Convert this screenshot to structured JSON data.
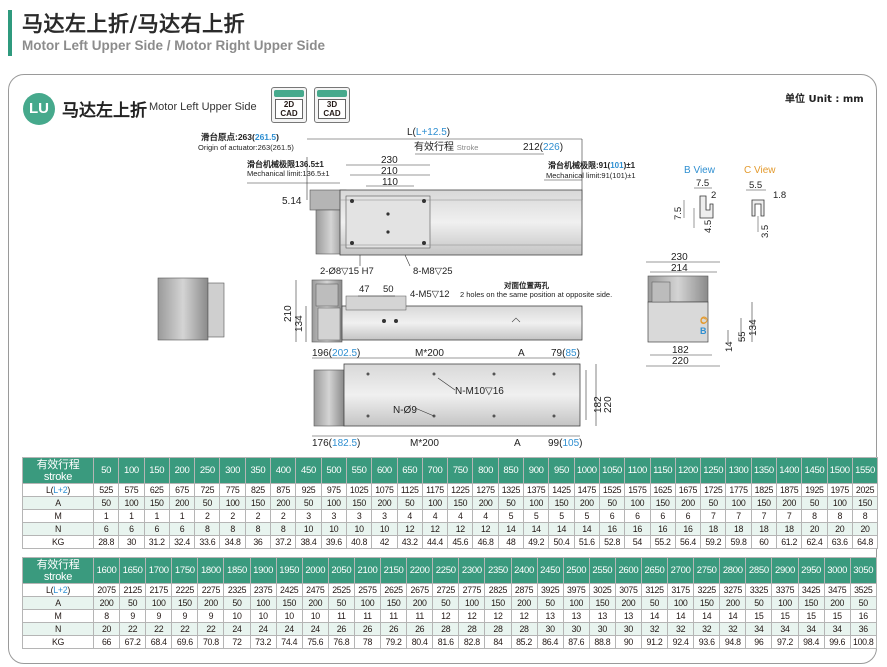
{
  "header": {
    "title": "马达左上折/马达右上折",
    "subtitle": "Motor Left Upper Side / Motor Right Upper Side"
  },
  "section": {
    "badge": "LU",
    "title_cn": "马达左上折",
    "title_en": "Motor Left Upper Side",
    "cad_2d_top": "2D",
    "cad_2d_bottom": "CAD",
    "cad_3d_top": "3D",
    "cad_3d_bottom": "CAD",
    "unit": "单位 Unit : mm"
  },
  "drawing": {
    "origin_cn": "滑台原点:263(",
    "origin_cn_alt": "261.5",
    "origin_cn_end": ")",
    "origin_en": "Origin of actuator:263(261.5)",
    "length_label": "L(",
    "length_alt": "L+12.5",
    "length_end": ")",
    "stroke_cn": "有效行程",
    "stroke_en": "Stroke",
    "dim_212": "212(",
    "dim_212_alt": "226",
    "dim_212_end": ")",
    "mech_left_cn": "滑台机械极限136.5±1",
    "mech_left_en": "Mechanical limit:136.5±1",
    "mech_right_cn": "滑台机械极限:91(",
    "mech_right_alt": "101",
    "mech_right_end": ")±1",
    "mech_right_en": "Mechanical limit:91(101)±1",
    "dim_230": "230",
    "dim_210": "210",
    "dim_110": "110",
    "dim_514": "5.14",
    "hole_2_8": "2-Ø8▽15 H7",
    "hole_8_m8": "8-M8▽25",
    "dim_47": "47",
    "dim_50": "50",
    "hole_4_m5": "4-M5▽12",
    "hole_note_en": "2 holes on the same position at opposite side.",
    "hole_note_cn": "对面位置两孔",
    "dim_210_side": "210",
    "dim_134_side": "134",
    "b_view": "B View",
    "c_view": "C View",
    "b_75": "7.5",
    "b_2": "2",
    "b_75v": "7.5",
    "b_45": "4.5",
    "c_55": "5.5",
    "c_18": "1.8",
    "c_35": "3.5",
    "r_230": "230",
    "r_214": "214",
    "r_134": "134",
    "r_55": "55",
    "r_14": "14",
    "r_182": "182",
    "r_220": "220",
    "r_c": "C",
    "r_b": "B",
    "t_196": "196(",
    "t_196_alt": "202.5",
    "t_196_end": ")",
    "t_m200": "M*200",
    "t_a": "A",
    "t_79": "79(",
    "t_79_alt": "85",
    "t_79_end": ")",
    "n_m10": "N-M10▽16",
    "n_9": "N-Ø9",
    "v_182": "182",
    "v_220": "220",
    "b_176": "176(",
    "b_176_alt": "182.5",
    "b_176_end": ")",
    "b_m200": "M*200",
    "b_a": "A",
    "b_99": "99(",
    "b_99_alt": "105",
    "b_99_end": ")"
  },
  "table1": {
    "stroke_cn": "有效行程",
    "stroke_en": "stroke",
    "strokes": [
      "50",
      "100",
      "150",
      "200",
      "250",
      "300",
      "350",
      "400",
      "450",
      "500",
      "550",
      "600",
      "650",
      "700",
      "750",
      "800",
      "850",
      "900",
      "950",
      "1000",
      "1050",
      "1100",
      "1150",
      "1200",
      "1250",
      "1300",
      "1350",
      "1400",
      "1450",
      "1500",
      "1550"
    ],
    "rows": [
      {
        "label": "L(L+2)",
        "values": [
          "525",
          "575",
          "625",
          "675",
          "725",
          "775",
          "825",
          "875",
          "925",
          "975",
          "1025",
          "1075",
          "1125",
          "1175",
          "1225",
          "1275",
          "1325",
          "1375",
          "1425",
          "1475",
          "1525",
          "1575",
          "1625",
          "1675",
          "1725",
          "1775",
          "1825",
          "1875",
          "1925",
          "1975",
          "2025"
        ]
      },
      {
        "label": "A",
        "values": [
          "50",
          "100",
          "150",
          "200",
          "50",
          "100",
          "150",
          "200",
          "50",
          "100",
          "150",
          "200",
          "50",
          "100",
          "150",
          "200",
          "50",
          "100",
          "150",
          "200",
          "50",
          "100",
          "150",
          "200",
          "50",
          "100",
          "150",
          "200",
          "50",
          "100",
          "150"
        ]
      },
      {
        "label": "M",
        "values": [
          "1",
          "1",
          "1",
          "1",
          "2",
          "2",
          "2",
          "2",
          "3",
          "3",
          "3",
          "3",
          "4",
          "4",
          "4",
          "4",
          "5",
          "5",
          "5",
          "5",
          "6",
          "6",
          "6",
          "6",
          "7",
          "7",
          "7",
          "7",
          "8",
          "8",
          "8"
        ]
      },
      {
        "label": "N",
        "values": [
          "6",
          "6",
          "6",
          "6",
          "8",
          "8",
          "8",
          "8",
          "10",
          "10",
          "10",
          "10",
          "12",
          "12",
          "12",
          "12",
          "14",
          "14",
          "14",
          "14",
          "16",
          "16",
          "16",
          "16",
          "18",
          "18",
          "18",
          "18",
          "20",
          "20",
          "20"
        ]
      },
      {
        "label": "KG",
        "values": [
          "28.8",
          "30",
          "31.2",
          "32.4",
          "33.6",
          "34.8",
          "36",
          "37.2",
          "38.4",
          "39.6",
          "40.8",
          "42",
          "43.2",
          "44.4",
          "45.6",
          "46.8",
          "48",
          "49.2",
          "50.4",
          "51.6",
          "52.8",
          "54",
          "55.2",
          "56.4",
          "59.2",
          "59.8",
          "60",
          "61.2",
          "62.4",
          "63.6",
          "64.8"
        ]
      }
    ]
  },
  "table2": {
    "stroke_cn": "有效行程",
    "stroke_en": "stroke",
    "strokes": [
      "1600",
      "1650",
      "1700",
      "1750",
      "1800",
      "1850",
      "1900",
      "1950",
      "2000",
      "2050",
      "2100",
      "2150",
      "2200",
      "2250",
      "2300",
      "2350",
      "2400",
      "2450",
      "2500",
      "2550",
      "2600",
      "2650",
      "2700",
      "2750",
      "2800",
      "2850",
      "2900",
      "2950",
      "3000",
      "3050"
    ],
    "rows": [
      {
        "label": "L(L+2)",
        "values": [
          "2075",
          "2125",
          "2175",
          "2225",
          "2275",
          "2325",
          "2375",
          "2425",
          "2475",
          "2525",
          "2575",
          "2625",
          "2675",
          "2725",
          "2775",
          "2825",
          "2875",
          "3925",
          "3975",
          "3025",
          "3075",
          "3125",
          "3175",
          "3225",
          "3275",
          "3325",
          "3375",
          "3425",
          "3475",
          "3525"
        ]
      },
      {
        "label": "A",
        "values": [
          "200",
          "50",
          "100",
          "150",
          "200",
          "50",
          "100",
          "150",
          "200",
          "50",
          "100",
          "150",
          "200",
          "50",
          "100",
          "150",
          "200",
          "50",
          "100",
          "150",
          "200",
          "50",
          "100",
          "150",
          "200",
          "50",
          "100",
          "150",
          "200",
          "50"
        ]
      },
      {
        "label": "M",
        "values": [
          "8",
          "9",
          "9",
          "9",
          "9",
          "10",
          "10",
          "10",
          "10",
          "11",
          "11",
          "11",
          "11",
          "12",
          "12",
          "12",
          "12",
          "13",
          "13",
          "13",
          "13",
          "14",
          "14",
          "14",
          "14",
          "15",
          "15",
          "15",
          "15",
          "16"
        ]
      },
      {
        "label": "N",
        "values": [
          "20",
          "22",
          "22",
          "22",
          "22",
          "24",
          "24",
          "24",
          "24",
          "26",
          "26",
          "26",
          "26",
          "28",
          "28",
          "28",
          "28",
          "30",
          "30",
          "30",
          "30",
          "32",
          "32",
          "32",
          "32",
          "34",
          "34",
          "34",
          "34",
          "36"
        ]
      },
      {
        "label": "KG",
        "values": [
          "66",
          "67.2",
          "68.4",
          "69.6",
          "70.8",
          "72",
          "73.2",
          "74.4",
          "75.6",
          "76.8",
          "78",
          "79.2",
          "80.4",
          "81.6",
          "82.8",
          "84",
          "85.2",
          "86.4",
          "87.6",
          "88.8",
          "90",
          "91.2",
          "92.4",
          "93.6",
          "94.8",
          "96",
          "97.2",
          "98.4",
          "99.6",
          "100.8"
        ]
      }
    ]
  }
}
